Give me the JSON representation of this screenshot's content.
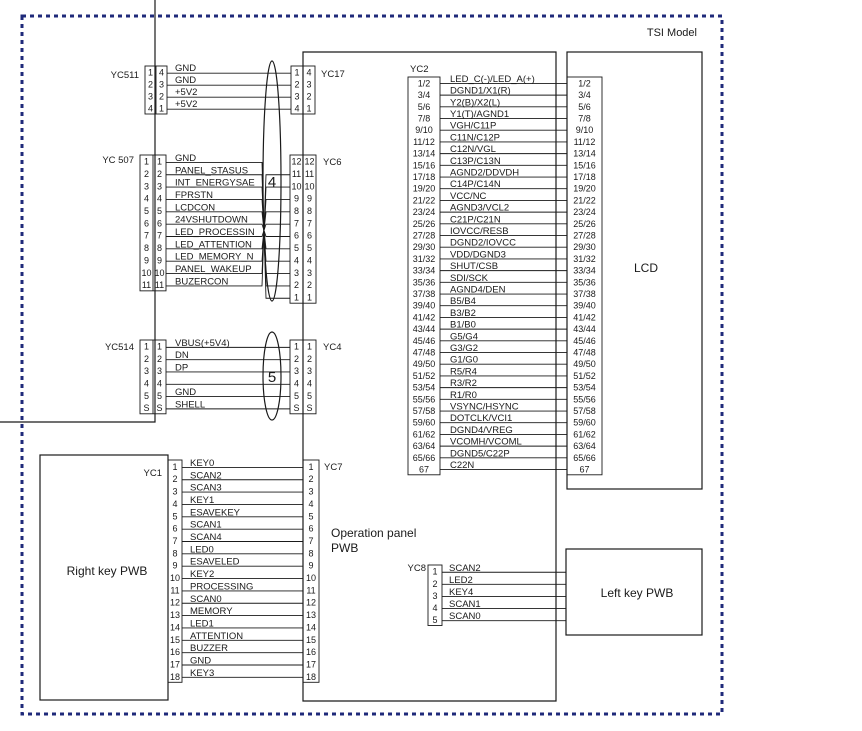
{
  "model_label": "TSI Model",
  "blocks": {
    "lcd": "LCD",
    "opanel_line1": "Operation panel",
    "opanel_line2": "PWB",
    "right_key": "Right key PWB",
    "left_key": "Left key PWB"
  },
  "yc511": {
    "name": "YC511",
    "pins_left": [
      "1",
      "2",
      "3",
      "4"
    ],
    "pins_right": [
      "4",
      "3",
      "2",
      "1"
    ],
    "signals": [
      "GND",
      "GND",
      "+5V2",
      "+5V2"
    ]
  },
  "yc17": {
    "name": "YC17",
    "pins_left": [
      "1",
      "2",
      "3",
      "4"
    ],
    "pins_right": [
      "4",
      "3",
      "2",
      "1"
    ]
  },
  "yc507": {
    "name": "YC 507",
    "pins_left": [
      "1",
      "2",
      "3",
      "4",
      "5",
      "6",
      "7",
      "8",
      "9",
      "10",
      "11"
    ],
    "pins_right": [
      "1",
      "2",
      "3",
      "4",
      "5",
      "6",
      "7",
      "8",
      "9",
      "10",
      "11"
    ],
    "signals": [
      "GND",
      "PANEL_STASUS",
      "INT_ENERGYSAE",
      "FPRSTN",
      "LCDCON",
      "24VSHUTDOWN",
      "LED_PROCESSIN",
      "LED_ATTENTION",
      "LED_MEMORY_N",
      "PANEL_WAKEUP",
      "BUZERCON"
    ]
  },
  "yc6": {
    "name": "YC6",
    "pins_left": [
      "12",
      "11",
      "10",
      "9",
      "8",
      "7",
      "6",
      "5",
      "4",
      "3",
      "2",
      "1"
    ],
    "pins_right": [
      "12",
      "11",
      "10",
      "9",
      "8",
      "7",
      "6",
      "5",
      "4",
      "3",
      "2",
      "1"
    ]
  },
  "yc514": {
    "name": "YC514",
    "pins_left": [
      "1",
      "2",
      "3",
      "4",
      "5",
      "S"
    ],
    "pins_right": [
      "1",
      "2",
      "3",
      "4",
      "5",
      "S"
    ],
    "signals": [
      "VBUS(+5V4)",
      "DN",
      "DP",
      "",
      "GND",
      "SHELL"
    ]
  },
  "yc4": {
    "name": "YC4",
    "pins_left": [
      "1",
      "2",
      "3",
      "4",
      "5",
      "S"
    ],
    "pins_right": [
      "1",
      "2",
      "3",
      "4",
      "5",
      "S"
    ]
  },
  "bundle_labels": {
    "top": "4",
    "bottom": "5"
  },
  "yc2": {
    "name": "YC2",
    "pins": [
      "1/2",
      "3/4",
      "5/6",
      "7/8",
      "9/10",
      "11/12",
      "13/14",
      "15/16",
      "17/18",
      "19/20",
      "21/22",
      "23/24",
      "25/26",
      "27/28",
      "29/30",
      "31/32",
      "33/34",
      "35/36",
      "37/38",
      "39/40",
      "41/42",
      "43/44",
      "45/46",
      "47/48",
      "49/50",
      "51/52",
      "53/54",
      "55/56",
      "57/58",
      "59/60",
      "61/62",
      "63/64",
      "65/66",
      "67"
    ],
    "signals": [
      "LED_C(-)/LED_A(+)",
      "DGND1/X1(R)",
      "Y2(B)/X2(L)",
      "Y1(T)/AGND1",
      "VGH/C11P",
      "C11N/C12P",
      "C12N/VGL",
      "C13P/C13N",
      "AGND2/DDVDH",
      "C14P/C14N",
      "VCC/NC",
      "AGND3/VCL2",
      "C21P/C21N",
      "IOVCC/RESB",
      "DGND2/IOVCC",
      "VDD/DGND3",
      "SHUT/CSB",
      "SDI/SCK",
      "AGND4/DEN",
      "B5/B4",
      "B3/B2",
      "B1/B0",
      "G5/G4",
      "G3/G2",
      "G1/G0",
      "R5/R4",
      "R3/R2",
      "R1/R0",
      "VSYNC/HSYNC",
      "DOTCLK/VCI1",
      "DGND4/VREG",
      "VCOMH/VCOML",
      "DGND5/C22P",
      "C22N"
    ]
  },
  "lcd_pins": [
    "1/2",
    "3/4",
    "5/6",
    "7/8",
    "9/10",
    "11/12",
    "13/14",
    "15/16",
    "17/18",
    "19/20",
    "21/22",
    "23/24",
    "25/26",
    "27/28",
    "29/30",
    "31/32",
    "33/34",
    "35/36",
    "37/38",
    "39/40",
    "41/42",
    "43/44",
    "45/46",
    "47/48",
    "49/50",
    "51/52",
    "53/54",
    "55/56",
    "57/58",
    "59/60",
    "61/62",
    "63/64",
    "65/66",
    "67"
  ],
  "yc1": {
    "name": "YC1",
    "pins": [
      "1",
      "2",
      "3",
      "4",
      "5",
      "6",
      "7",
      "8",
      "9",
      "10",
      "11",
      "12",
      "13",
      "14",
      "15",
      "16",
      "17",
      "18"
    ],
    "signals": [
      "KEY0",
      "SCAN2",
      "SCAN3",
      "KEY1",
      "ESAVEKEY",
      "SCAN1",
      "SCAN4",
      "LED0",
      "ESAVELED",
      "KEY2",
      "PROCESSING",
      "SCAN0",
      "MEMORY",
      "LED1",
      "ATTENTION",
      "BUZZER",
      "GND",
      "KEY3"
    ]
  },
  "yc7": {
    "name": "YC7",
    "pins": [
      "1",
      "2",
      "3",
      "4",
      "5",
      "6",
      "7",
      "8",
      "9",
      "10",
      "11",
      "12",
      "13",
      "14",
      "15",
      "16",
      "17",
      "18"
    ]
  },
  "yc8": {
    "name": "YC8",
    "pins": [
      "1",
      "2",
      "3",
      "4",
      "5"
    ],
    "signals": [
      "SCAN2",
      "LED2",
      "KEY4",
      "SCAN1",
      "SCAN0"
    ]
  }
}
